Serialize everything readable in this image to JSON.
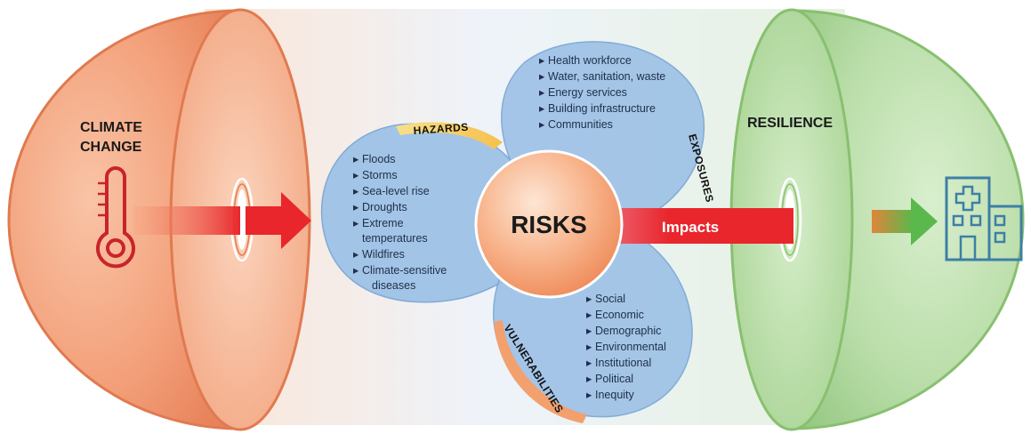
{
  "climate_change": {
    "line1": "CLIMATE",
    "line2": "CHANGE"
  },
  "resilience": {
    "label": "RESILIENCE"
  },
  "risks": {
    "label": "RISKS"
  },
  "impacts": {
    "label": "Impacts"
  },
  "hazards": {
    "heading": "HAZARDS",
    "items": [
      "Floods",
      "Storms",
      "Sea-level rise",
      "Droughts",
      "Extreme",
      "temperatures",
      "Wildfires",
      "Climate-sensitive",
      "diseases"
    ]
  },
  "exposures": {
    "heading": "EXPOSURES",
    "items": [
      "Health workforce",
      "Water, sanitation, waste",
      "Energy services",
      "Building infrastructure",
      "Communities"
    ]
  },
  "vulnerabilities": {
    "heading": "VULNERABILITIES",
    "items": [
      "Social",
      "Economic",
      "Demographic",
      "Environmental",
      "Institutional",
      "Political",
      "Inequity"
    ]
  },
  "colors": {
    "orange": "#f5a27c",
    "orange_dark": "#e07a4f",
    "green": "#b5dca4",
    "green_dark": "#88c06f",
    "blue_petal": "#9ec2e6",
    "red_arrow": "#e8262b",
    "hospital": "#3d7fa6"
  },
  "icons": [
    "thermometer-icon",
    "hospital-icon"
  ]
}
